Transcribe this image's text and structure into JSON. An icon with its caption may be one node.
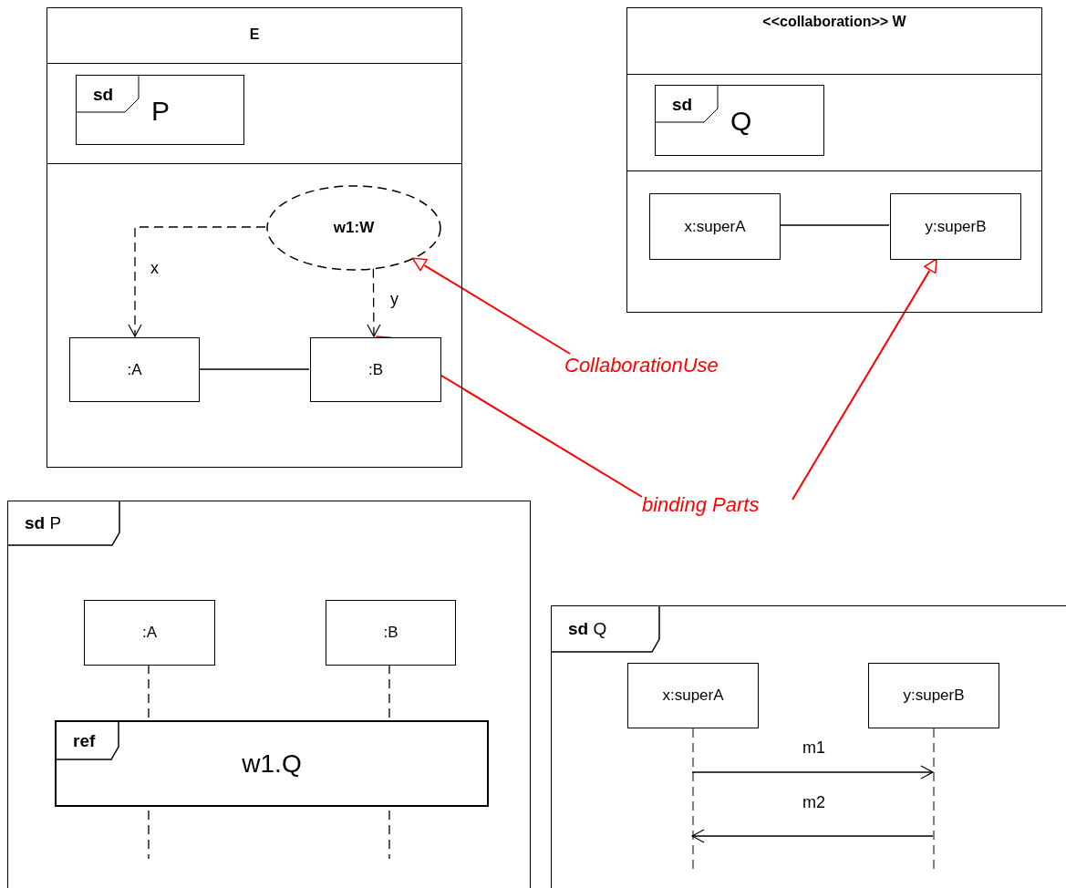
{
  "diagram": {
    "nodes": [
      {
        "text": [
          "E"
        ]
      },
      {
        "text": [
          "sd",
          "P"
        ],
        "in": 0
      },
      {
        "text": [
          "w1:W"
        ],
        "in": 0
      },
      {
        "text": [
          ":A"
        ],
        "in": 0
      },
      {
        "text": [
          ":B"
        ],
        "in": 0
      },
      {
        "text": [
          "<<collaboration>> W"
        ]
      },
      {
        "text": [
          "sd",
          "Q"
        ],
        "in": 5
      },
      {
        "text": [
          "x:superA"
        ],
        "in": 5
      },
      {
        "text": [
          "y:superB"
        ],
        "in": 5
      },
      {
        "text": [
          "CollaborationUse"
        ]
      },
      {
        "text": [
          "binding Parts"
        ]
      },
      {
        "text": [
          "**sd** P"
        ]
      },
      {
        "text": [
          ":A"
        ],
        "in": 11
      },
      {
        "text": [
          ":B"
        ],
        "in": 11
      },
      {
        "text": [
          "ref",
          "w1.Q"
        ],
        "in": 11
      },
      {
        "text": [
          "**sd** Q"
        ]
      },
      {
        "text": [
          "x:superA"
        ],
        "in": 15
      },
      {
        "text": [
          "y:superB"
        ],
        "in": 15
      }
    ],
    "edges": [
      {
        "from": 2,
        "to": 3,
        "arrow": "to",
        "style": "dashed",
        "label": "x"
      },
      {
        "from": 2,
        "to": 4,
        "arrow": "to",
        "style": "dashed",
        "label": "y"
      },
      {
        "from": 3,
        "to": 4,
        "arrow": "none"
      },
      {
        "from": 7,
        "to": 8,
        "arrow": "none"
      },
      {
        "from": 9,
        "to": 2,
        "arrow": "to",
        "color": "#ff0000"
      },
      {
        "from": 10,
        "to": 4,
        "arrow": "to",
        "color": "#ff0000"
      },
      {
        "from": 10,
        "to": 8,
        "arrow": "to",
        "color": "#ff0000"
      },
      {
        "from": 12,
        "to": null,
        "arrow": "none",
        "style": "dashed"
      },
      {
        "from": 13,
        "to": null,
        "arrow": "none",
        "style": "dashed"
      },
      {
        "from": 16,
        "to": 17,
        "arrow": "to",
        "label": "m1"
      },
      {
        "from": 17,
        "to": 16,
        "arrow": "to",
        "label": "m2"
      }
    ]
  }
}
